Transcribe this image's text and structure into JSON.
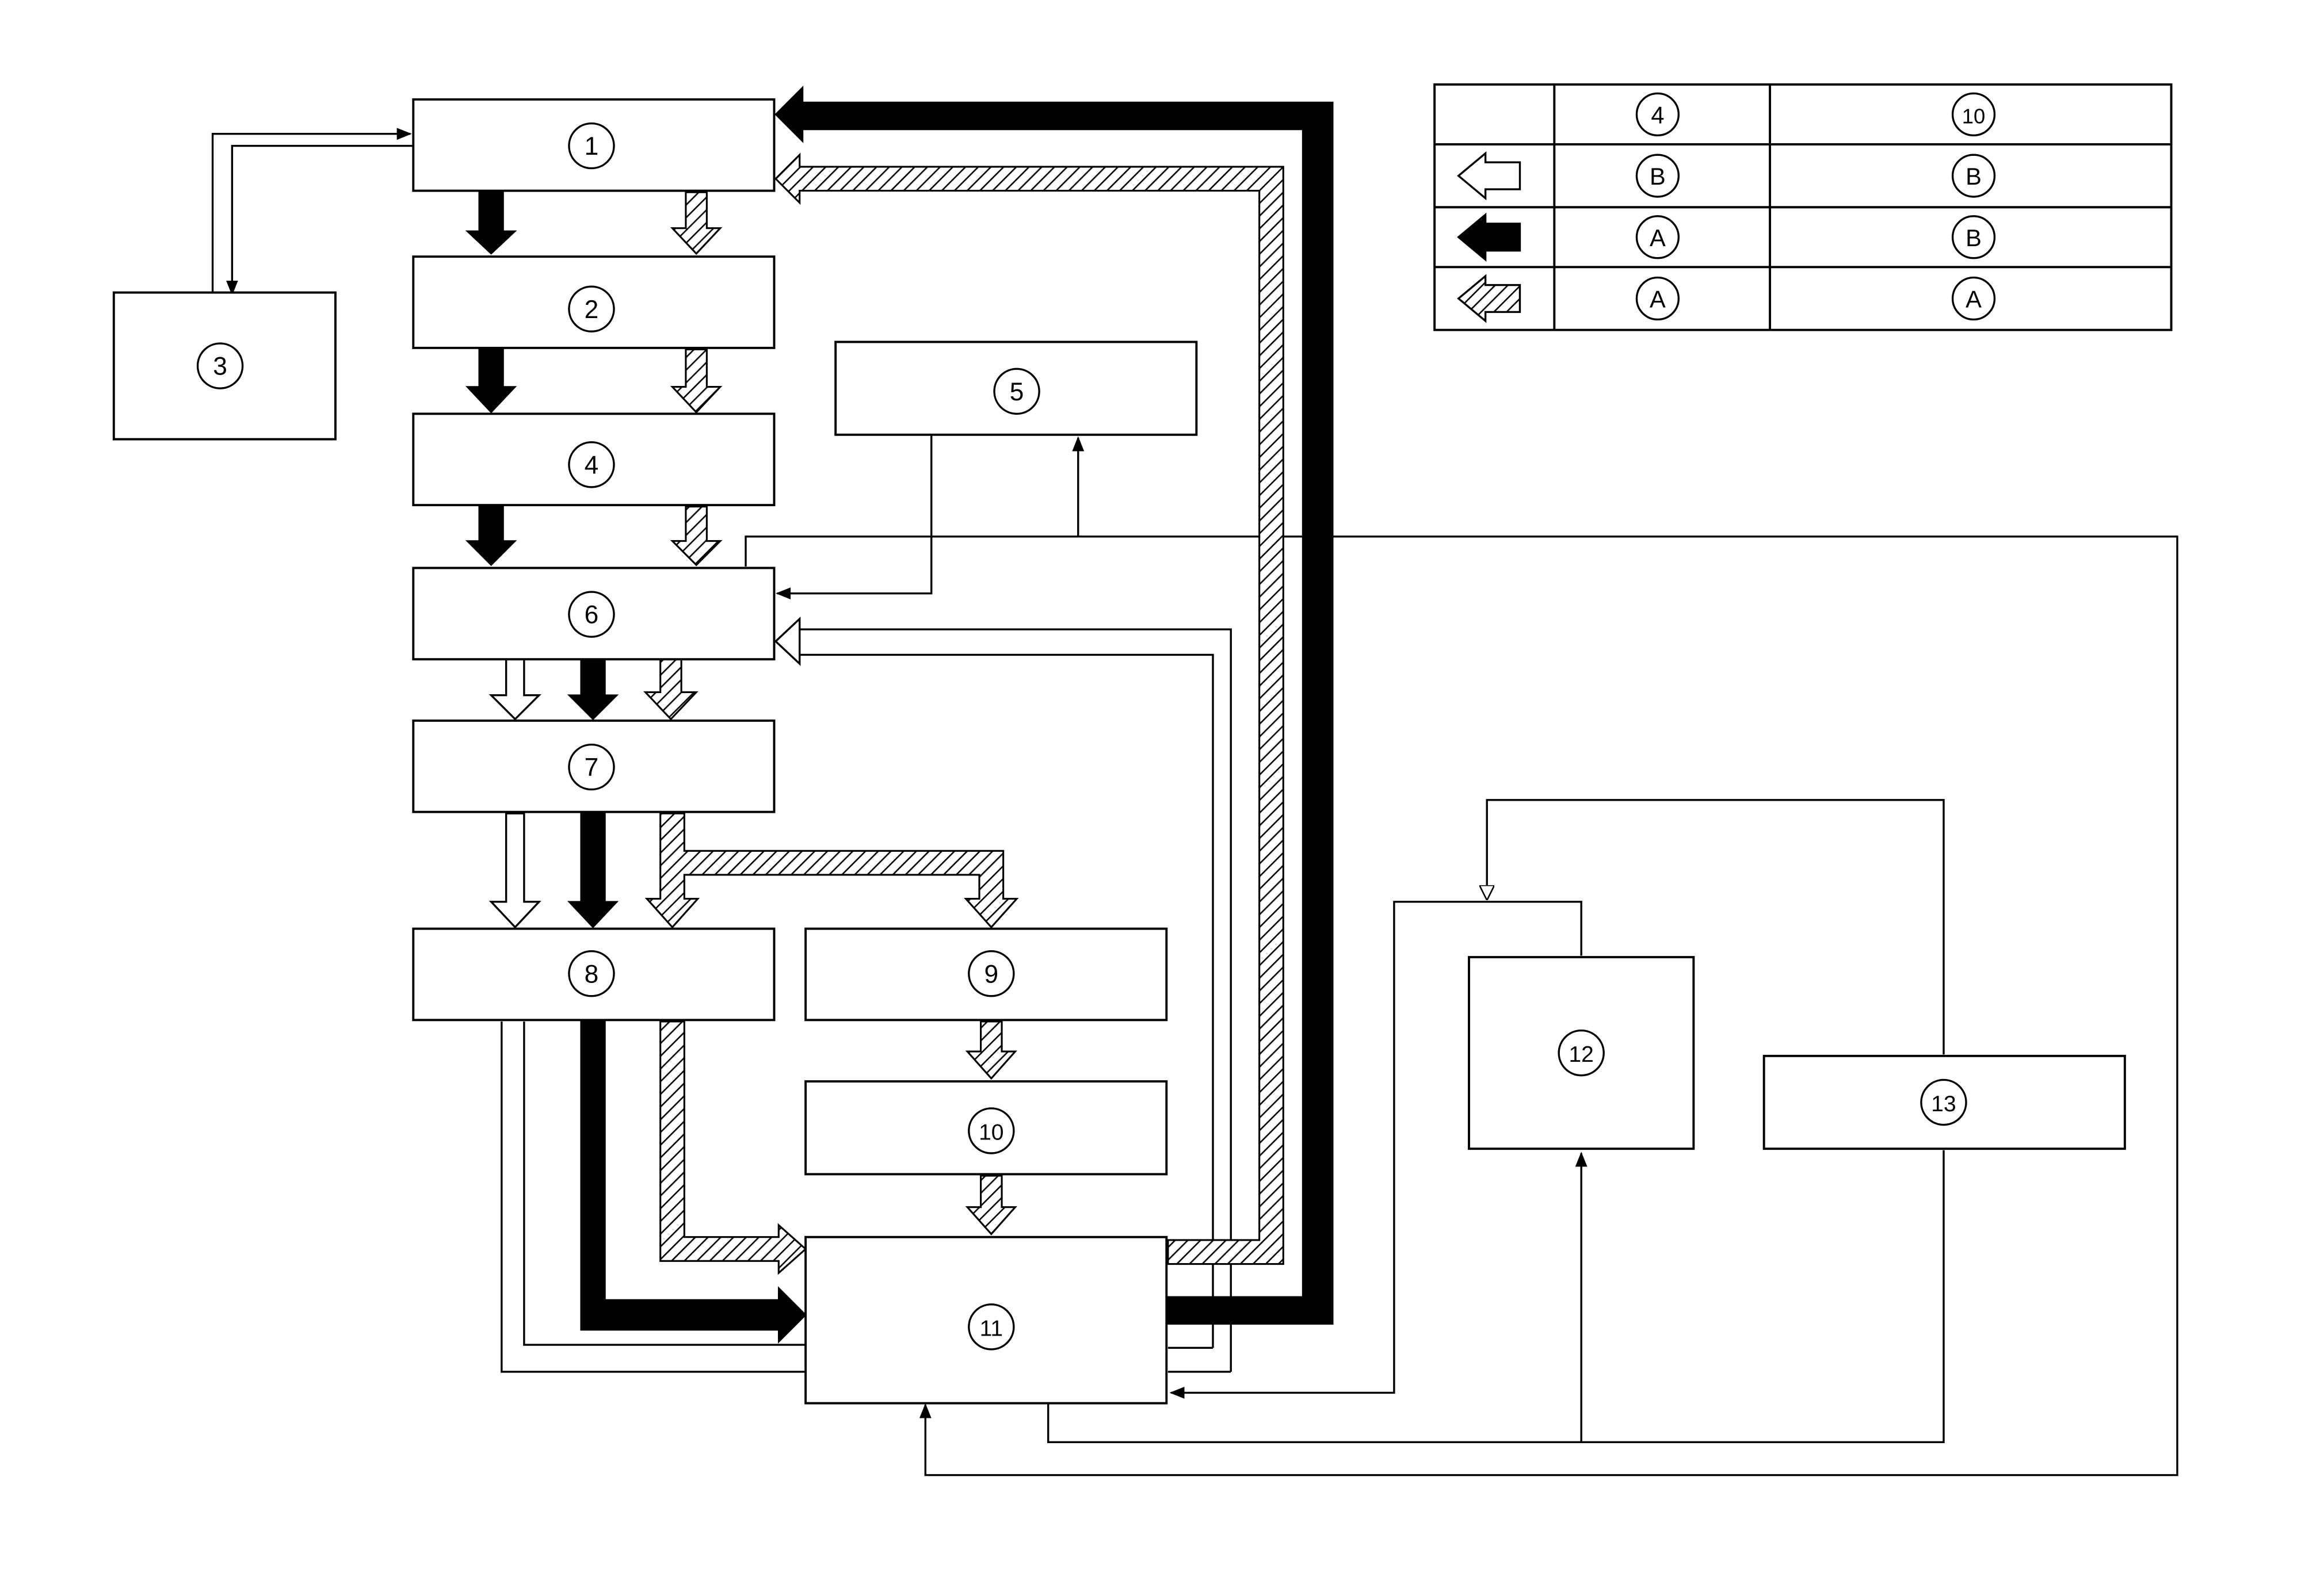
{
  "blocks": {
    "b1": "1",
    "b2": "2",
    "b3": "3",
    "b4": "4",
    "b5": "5",
    "b6": "6",
    "b7": "7",
    "b8": "8",
    "b9": "9",
    "b10": "10",
    "b11": "11",
    "b12": "12",
    "b13": "13"
  },
  "legend": {
    "columns": [
      "4",
      "10"
    ],
    "rows": [
      {
        "arrow": "white-arrow-icon",
        "cells": [
          "B",
          "B"
        ]
      },
      {
        "arrow": "black-arrow-icon",
        "cells": [
          "A",
          "B"
        ]
      },
      {
        "arrow": "hatched-arrow-icon",
        "cells": [
          "A",
          "A"
        ]
      }
    ]
  }
}
